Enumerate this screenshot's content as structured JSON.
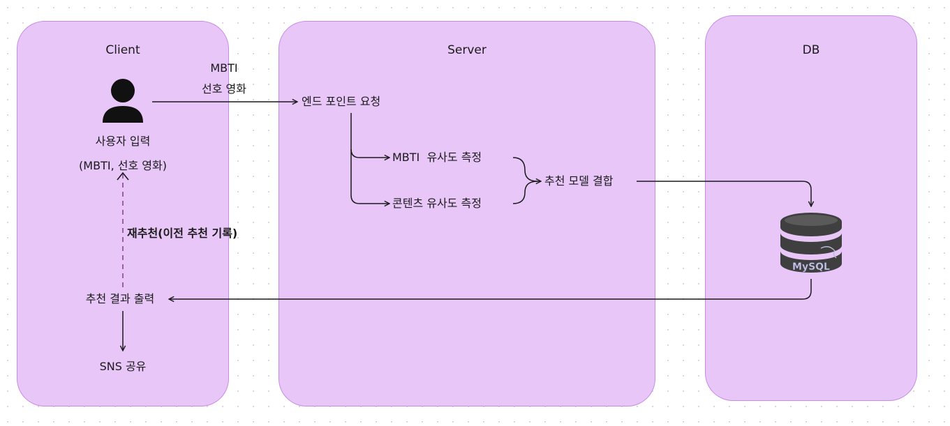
{
  "panels": {
    "client": "Client",
    "server": "Server",
    "db": "DB"
  },
  "client": {
    "user_input_line1": "사용자 입력",
    "user_input_line2": "(MBTI, 선호 영화)",
    "re_recommend": "재추천(이전 추천 기록)",
    "result_output": "추천 결과 출력",
    "sns_share": "SNS 공유"
  },
  "edge": {
    "mbti": "MBTI",
    "preferred_movie": "선호 영화"
  },
  "server": {
    "endpoint_request": "엔드 포인트 요청",
    "mbti_similarity": "MBTI  유사도 측정",
    "content_similarity": "콘텐츠 유사도 측정",
    "model_combine": "추천 모델 결합"
  },
  "db": {
    "logo_text": "MySQL"
  },
  "colors": {
    "panel_fill": "#e8c6f8",
    "panel_border": "#c68be6",
    "db_icon": "#3f3f3f"
  }
}
